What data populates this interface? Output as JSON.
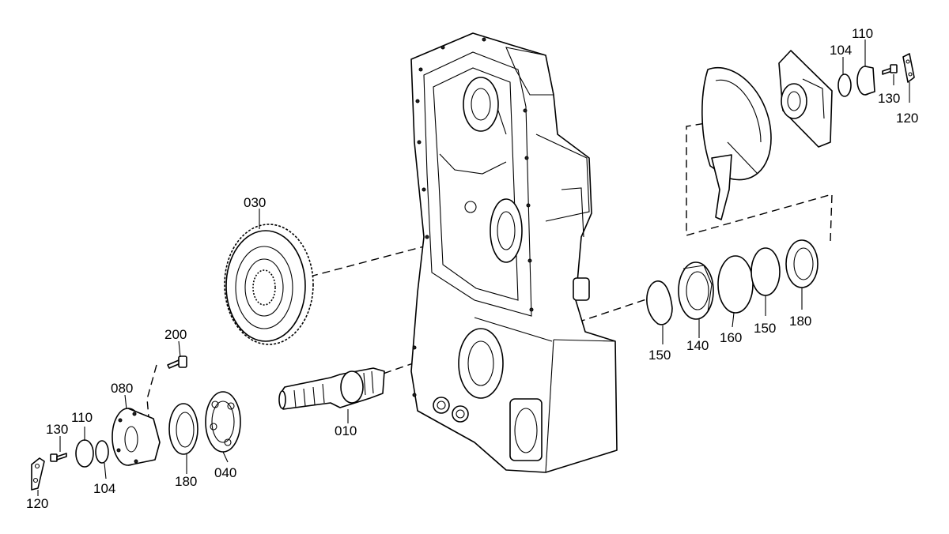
{
  "callouts": {
    "p010": "010",
    "p030": "030",
    "p040": "040",
    "p080": "080",
    "p104_left": "104",
    "p104_right": "104",
    "p110_left": "110",
    "p110_right": "110",
    "p120_left": "120",
    "p120_right": "120",
    "p130_left": "130",
    "p130_right": "130",
    "p140": "140",
    "p150_a": "150",
    "p150_b": "150",
    "p160": "160",
    "p180_left": "180",
    "p180_right": "180",
    "p200": "200"
  }
}
